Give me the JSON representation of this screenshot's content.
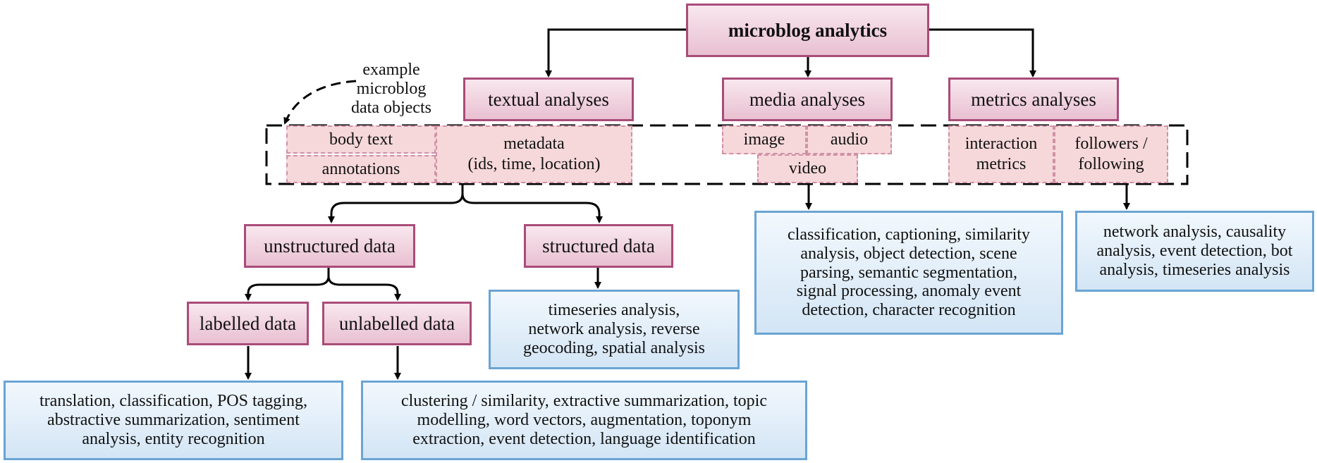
{
  "title": "microblog analytics",
  "categories": {
    "textual": "textual analyses",
    "media": "media analyses",
    "metrics": "metrics analyses"
  },
  "example_label": "example\nmicroblog\ndata objects",
  "data_objects": {
    "body_text": "body text",
    "annotations": "annotations",
    "metadata": "metadata\n(ids, time, location)",
    "image": "image",
    "audio": "audio",
    "video": "video",
    "interaction_metrics": "interaction\nmetrics",
    "followers": "followers /\nfollowing"
  },
  "data_types": {
    "unstructured": "unstructured data",
    "structured": "structured data",
    "labelled": "labelled data",
    "unlabelled": "unlabelled data"
  },
  "tasks": {
    "structured": "timeseries analysis,\nnetwork analysis, reverse\ngeocoding, spatial analysis",
    "labelled": "translation, classification, POS tagging,\nabstractive summarization, sentiment\nanalysis, entity recognition",
    "unlabelled": "clustering / similarity, extractive summarization, topic\nmodelling, word vectors, augmentation, toponym\nextraction, event detection, language identification",
    "media": "classification, captioning, similarity\nanalysis, object detection, scene\nparsing, semantic segmentation,\nsignal processing, anomaly event\ndetection, character recognition",
    "metrics": "network analysis, causality\nanalysis, event detection, bot\nanalysis, timeseries analysis"
  },
  "colors": {
    "category_border": "#a94c79",
    "object_fill": "#f6d8da",
    "task_border": "#6aa4d4"
  }
}
